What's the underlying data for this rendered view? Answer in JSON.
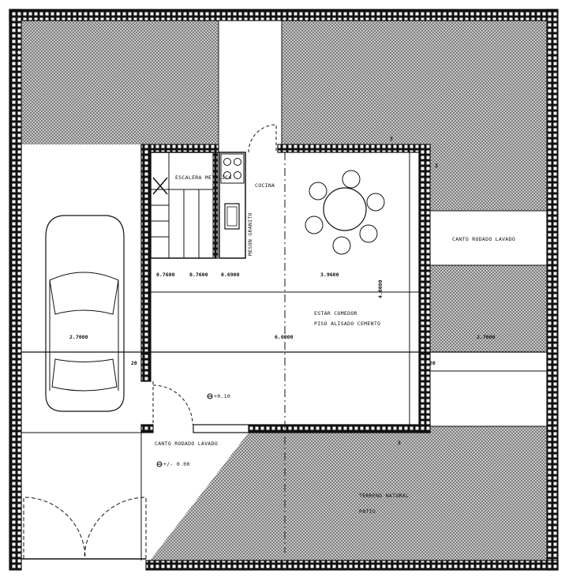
{
  "rooms": {
    "stair": "ESCALERA METALICA",
    "kitchen": "COCINA",
    "counter": "MESON GRANITO",
    "living_1": "ESTAR COMEDOR",
    "living_2": "PISO ALISADO CEMENTO"
  },
  "exterior": {
    "gravel_right": "CANTO RODADO LAVADO",
    "gravel_front": "CANTO RODADO LAVADO",
    "terrain_1": "TERRENO NATURAL",
    "terrain_2": "PATIO"
  },
  "levels": {
    "interior": "+0.10",
    "exterior": "+/- 0.00"
  },
  "dimensions": {
    "d1": "0.7600",
    "d2": "0.7600",
    "d3": "0.6900",
    "d4": "3.9600",
    "d5": "6.0000",
    "d6": "2.7000",
    "d7": "2.7000",
    "d8": "4.0000",
    "side_left": "20",
    "side_right": "20"
  },
  "markers": {
    "m1": "3",
    "m2": "3",
    "m3": "3"
  }
}
